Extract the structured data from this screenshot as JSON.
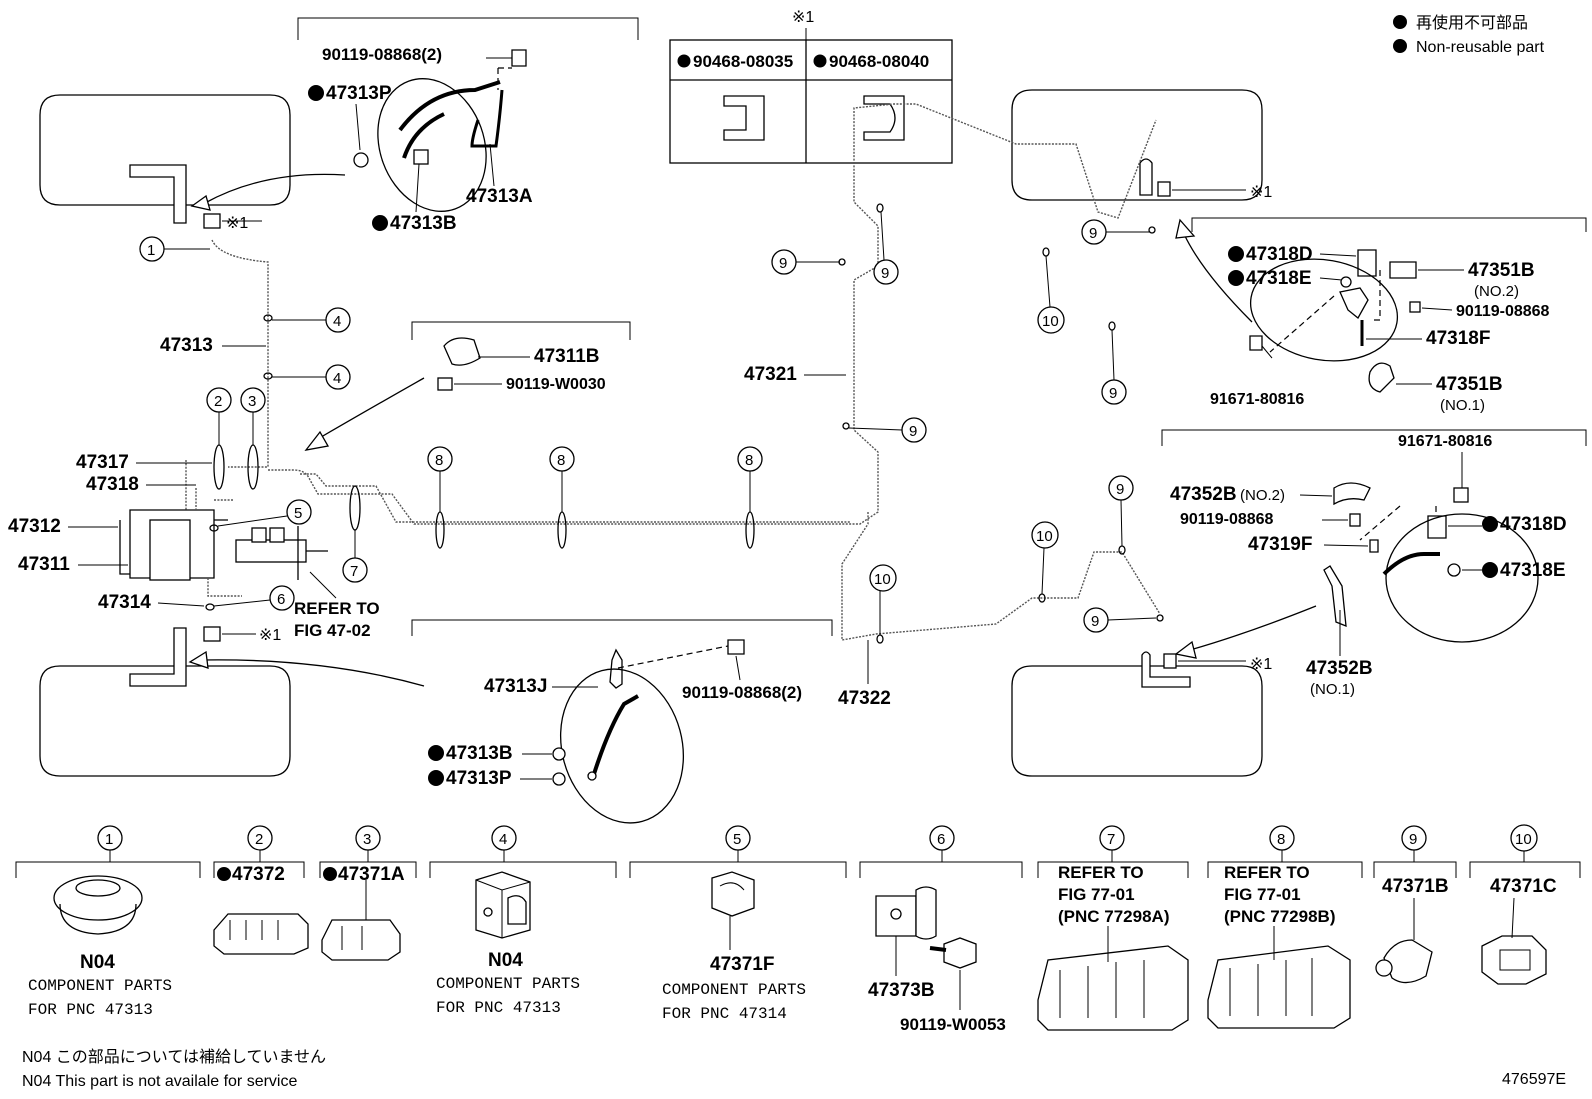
{
  "legend": {
    "jp": "再使用不可部品",
    "en": "Non-reusable part"
  },
  "figure_id": "476597E",
  "notes": {
    "jp": "N04 この部品については補給していません",
    "en": "N04  This part is not availale for service"
  },
  "top_table": {
    "mark": "※1",
    "cols": [
      "90468-08035",
      "90468-08040"
    ]
  },
  "mark": "※1",
  "circles": [
    "1",
    "2",
    "3",
    "4",
    "5",
    "6",
    "7",
    "8",
    "9",
    "10"
  ],
  "parts": {
    "p90119_08868_2": "90119-08868(2)",
    "p47313P": "47313P",
    "p47313A": "47313A",
    "p47313B": "47313B",
    "p47313": "47313",
    "p47311B": "47311B",
    "p90119_W0030": "90119-W0030",
    "p47317": "47317",
    "p47318": "47318",
    "p47312": "47312",
    "p47311": "47311",
    "p47314": "47314",
    "refer_to": "REFER TO",
    "fig_47_02": "FIG 47-02",
    "p47313J": "47313J",
    "p47321": "47321",
    "p47322": "47322",
    "p47318D": "47318D",
    "p47318E": "47318E",
    "p47351B": "47351B",
    "no2": "(NO.2)",
    "no1": "(NO.1)",
    "p90119_08868": "90119-08868",
    "p47318F": "47318F",
    "p91671_80816": "91671-80816",
    "p47352B_no2": "47352B",
    "p47319F": "47319F",
    "p47352B": "47352B"
  },
  "bottom": {
    "b1": {
      "code": "N04",
      "line1": "COMPONENT PARTS",
      "line2": "FOR PNC 47313"
    },
    "b2": {
      "part": "47372"
    },
    "b3": {
      "part": "47371A"
    },
    "b4": {
      "code": "N04",
      "line1": "COMPONENT PARTS",
      "line2": "FOR PNC 47313"
    },
    "b5": {
      "part": "47371F",
      "line1": "COMPONENT PARTS",
      "line2": "FOR PNC 47314"
    },
    "b6": {
      "part": "47373B",
      "part2": "90119-W0053"
    },
    "b7": {
      "line1": "REFER TO",
      "line2": "FIG 77-01",
      "line3": "(PNC 77298A)"
    },
    "b8": {
      "line1": "REFER TO",
      "line2": "FIG 77-01",
      "line3": "(PNC 77298B)"
    },
    "b9": {
      "part": "47371B"
    },
    "b10": {
      "part": "47371C"
    }
  }
}
